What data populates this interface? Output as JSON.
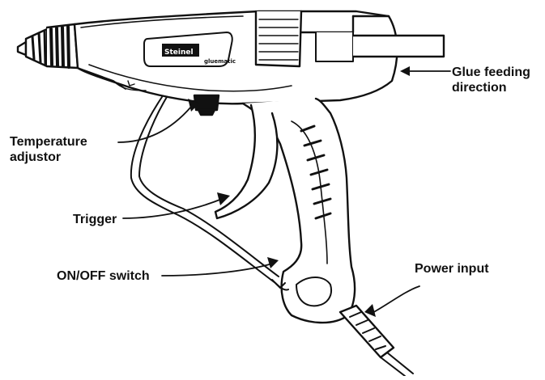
{
  "labels": {
    "glue_feeding": {
      "line1": "Glue feeding",
      "line2": "direction"
    },
    "temperature_adjustor": {
      "line1": "Temperature",
      "line2": "adjustor"
    },
    "trigger": "Trigger",
    "on_off_switch": "ON/OFF switch",
    "power_input": "Power input"
  },
  "device_badge": {
    "brand": "Steinel",
    "model": "gluematic"
  },
  "colors": {
    "line": "#111111",
    "background": "#ffffff"
  }
}
